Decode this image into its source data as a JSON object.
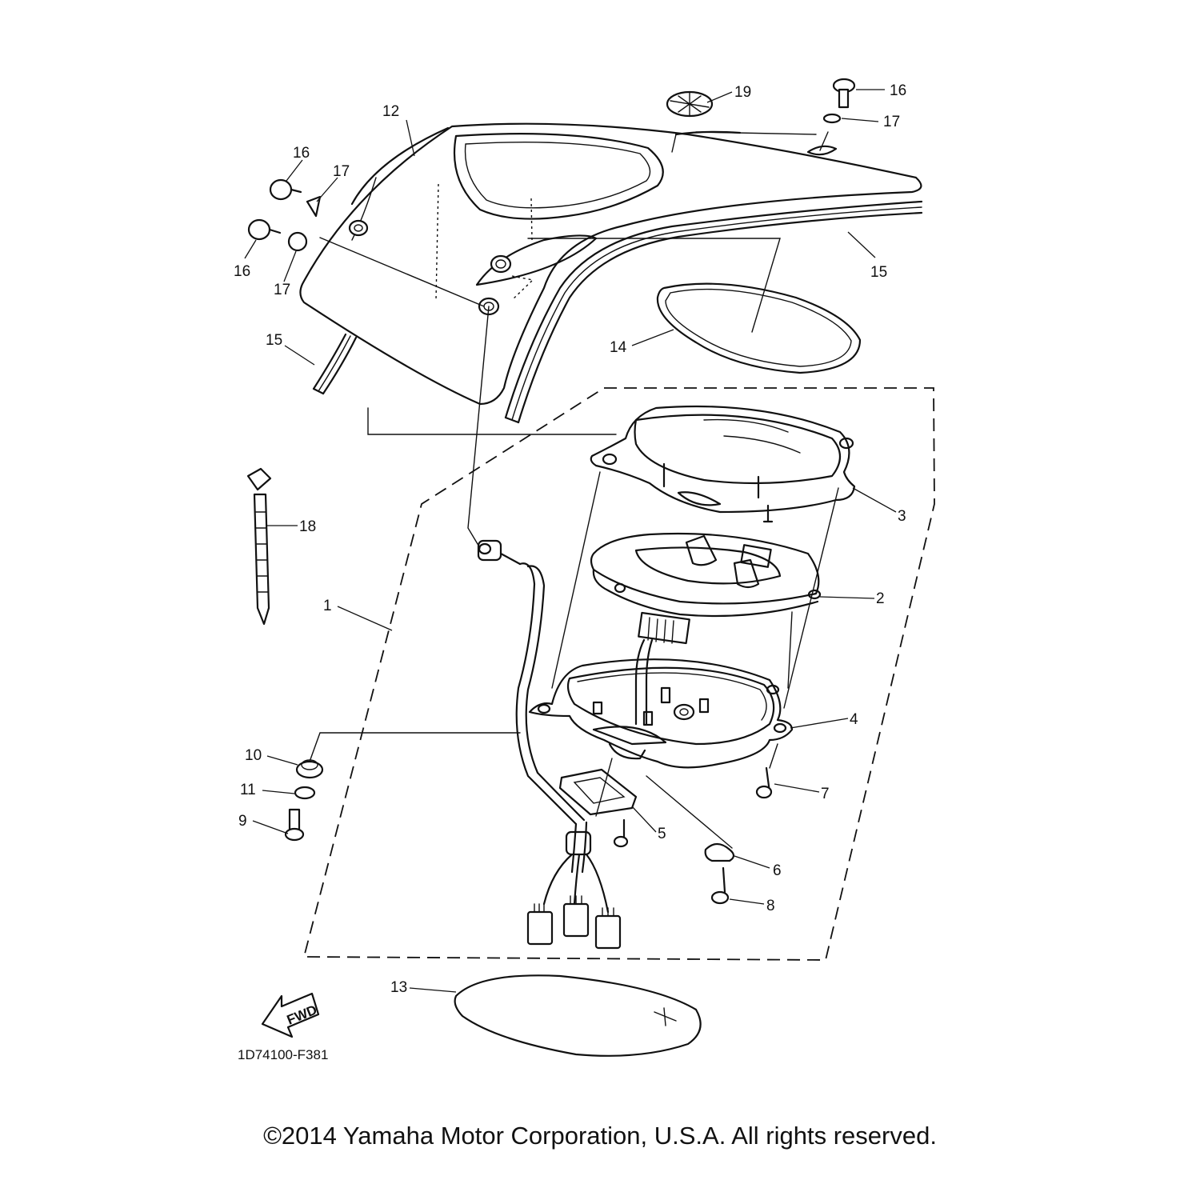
{
  "diagram": {
    "part_code": "1D74100-F381",
    "fwd_arrow_text": "FWD",
    "copyright": "©2014 Yamaha Motor Corporation, U.S.A. All rights reserved.",
    "callouts": [
      {
        "key": "c12",
        "label": "12"
      },
      {
        "key": "c19",
        "label": "19"
      },
      {
        "key": "c16a",
        "label": "16"
      },
      {
        "key": "c17a",
        "label": "17"
      },
      {
        "key": "c16b",
        "label": "16"
      },
      {
        "key": "c17b",
        "label": "17"
      },
      {
        "key": "c16c",
        "label": "16"
      },
      {
        "key": "c17c",
        "label": "17"
      },
      {
        "key": "c15a",
        "label": "15"
      },
      {
        "key": "c15b",
        "label": "15"
      },
      {
        "key": "c14",
        "label": "14"
      },
      {
        "key": "c3",
        "label": "3"
      },
      {
        "key": "c18",
        "label": "18"
      },
      {
        "key": "c2",
        "label": "2"
      },
      {
        "key": "c1",
        "label": "1"
      },
      {
        "key": "c4",
        "label": "4"
      },
      {
        "key": "c10",
        "label": "10"
      },
      {
        "key": "c11",
        "label": "11"
      },
      {
        "key": "c7",
        "label": "7"
      },
      {
        "key": "c9",
        "label": "9"
      },
      {
        "key": "c5",
        "label": "5"
      },
      {
        "key": "c6",
        "label": "6"
      },
      {
        "key": "c8",
        "label": "8"
      },
      {
        "key": "c13",
        "label": "13"
      }
    ]
  }
}
